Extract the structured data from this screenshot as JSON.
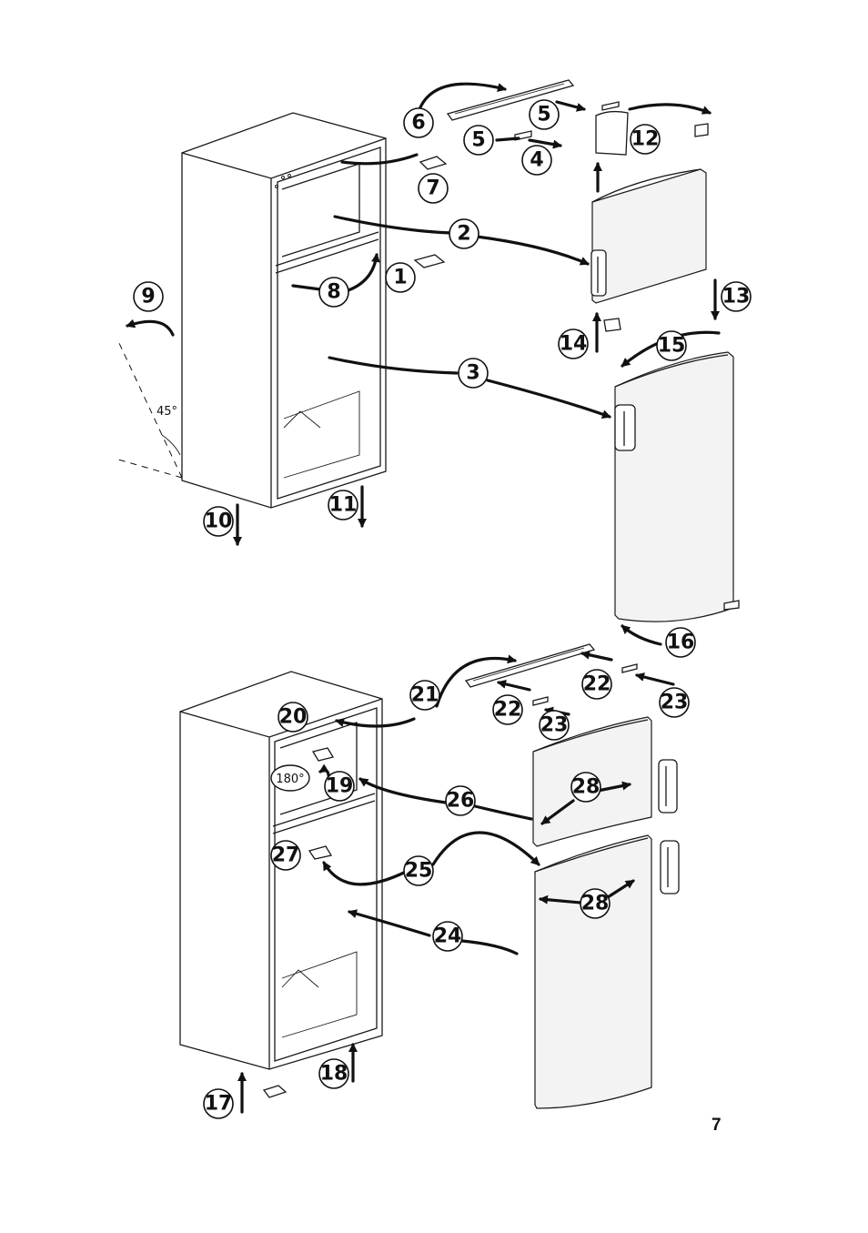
{
  "page_number": "7",
  "labels": {
    "angle": "45°",
    "rotation": "180°"
  },
  "callouts": {
    "c1": "1",
    "c2": "2",
    "c3": "3",
    "c4": "4",
    "c5a": "5",
    "c5b": "5",
    "c6": "6",
    "c7": "7",
    "c8": "8",
    "c9": "9",
    "c10": "10",
    "c11": "11",
    "c12": "12",
    "c13": "13",
    "c14": "14",
    "c15": "15",
    "c16": "16",
    "c17": "17",
    "c18": "18",
    "c19": "19",
    "c20": "20",
    "c21": "21",
    "c22a": "22",
    "c22b": "22",
    "c23a": "23",
    "c23b": "23",
    "c24": "24",
    "c25": "25",
    "c26": "26",
    "c27": "27",
    "c28a": "28",
    "c28b": "28"
  }
}
